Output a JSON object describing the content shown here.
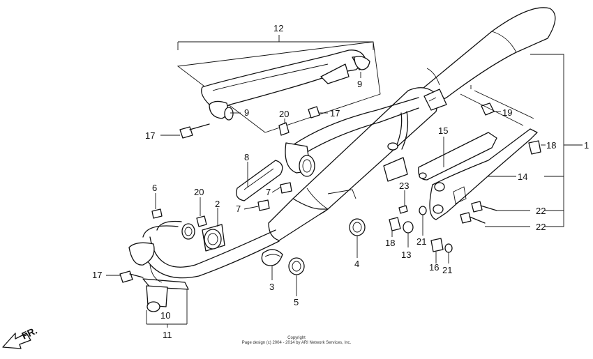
{
  "diagram": {
    "callouts": [
      "1",
      "2",
      "3",
      "4",
      "5",
      "6",
      "7",
      "7",
      "8",
      "9",
      "9",
      "10",
      "11",
      "12",
      "13",
      "14",
      "15",
      "16",
      "17",
      "17",
      "17",
      "18",
      "18",
      "19",
      "20",
      "20",
      "21",
      "21",
      "22",
      "22",
      "23"
    ],
    "direction_label": "FR.",
    "copyright_line_1": "Copyright",
    "copyright_line_2": "Page design (c) 2004 - 2014 by ARI Network Services, Inc."
  }
}
